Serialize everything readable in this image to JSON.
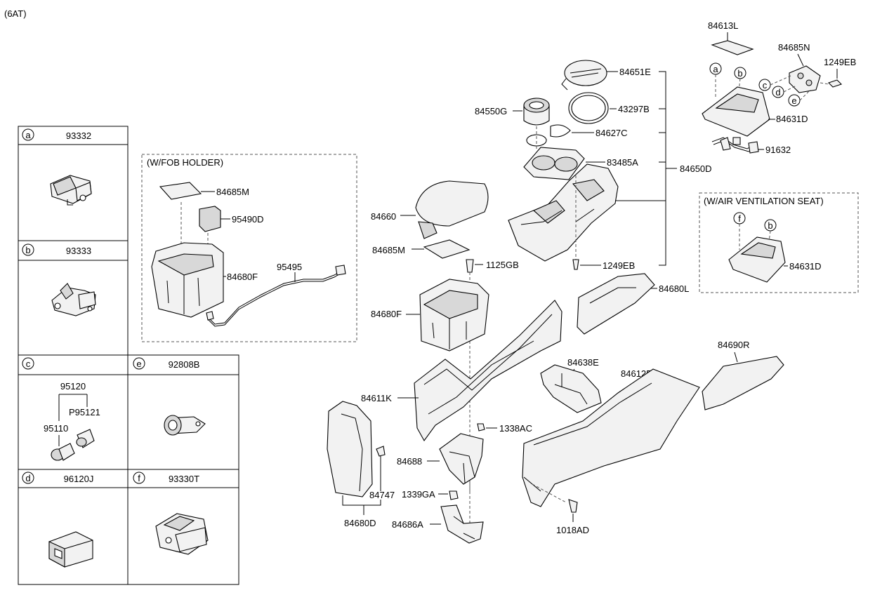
{
  "header": {
    "variant": "(6AT)"
  },
  "groups": {
    "fob_holder": "(W/FOB HOLDER)",
    "air_vent": "(W/AIR VENTILATION SEAT)"
  },
  "legend": {
    "a": {
      "letter": "a",
      "part": "93332"
    },
    "b": {
      "letter": "b",
      "part": "93333"
    },
    "c": {
      "letter": "c",
      "part": "",
      "sub": [
        "95120",
        "P95121",
        "95110"
      ]
    },
    "d": {
      "letter": "d",
      "part": "96120J"
    },
    "e": {
      "letter": "e",
      "part": "92808B"
    },
    "f": {
      "letter": "f",
      "part": "93330T"
    }
  },
  "callouts": {
    "c84613L": "84613L",
    "c84685N": "84685N",
    "c1249EB_top": "1249EB",
    "c84651E": "84651E",
    "c43297B": "43297B",
    "c84550G": "84550G",
    "c84627C": "84627C",
    "c83485A": "83485A",
    "c84650D": "84650D",
    "c84631D_top": "84631D",
    "c91632": "91632",
    "c84660": "84660",
    "c84685M": "84685M",
    "c1125GB": "1125GB",
    "c1249EB_mid": "1249EB",
    "c84631D_air": "84631D",
    "c84680L": "84680L",
    "c84680F": "84680F",
    "c84690R": "84690R",
    "c84638E": "84638E",
    "c84612P": "84612P",
    "c84611K": "84611K",
    "c1338AC": "1338AC",
    "c84688": "84688",
    "c84747": "84747",
    "c1339GA": "1339GA",
    "c84680D": "84680D",
    "c84686A": "84686A",
    "c1018AD": "1018AD",
    "fob_84685M": "84685M",
    "fob_95490D": "95490D",
    "fob_84680F": "84680F",
    "fob_95495": "95495"
  },
  "letters": {
    "top_a": "a",
    "top_b": "b",
    "top_c": "c",
    "top_d": "d",
    "top_e": "e",
    "air_f": "f",
    "air_b": "b"
  }
}
